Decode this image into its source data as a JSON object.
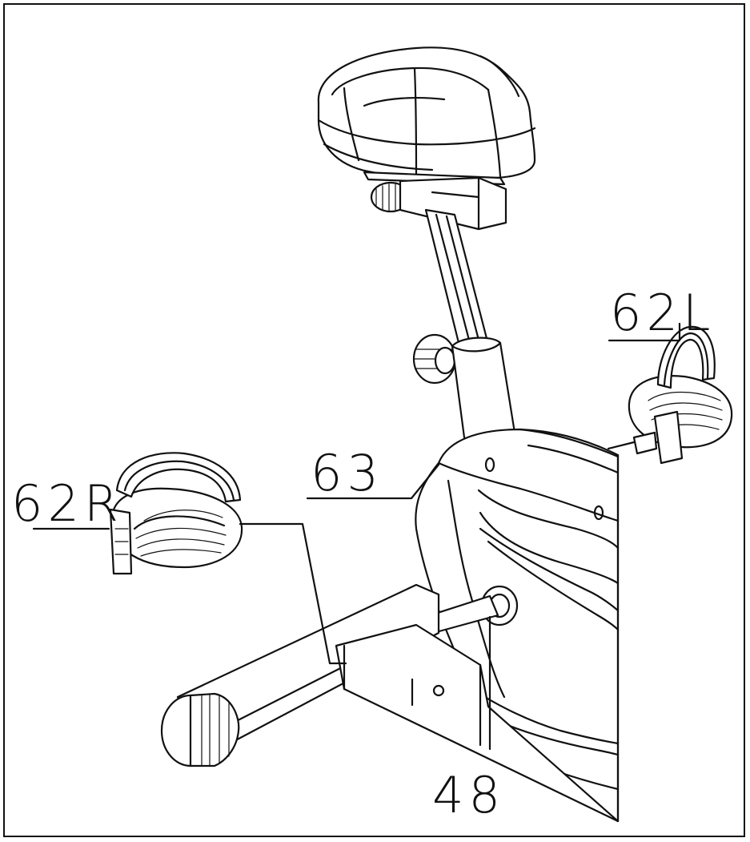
{
  "diagram": {
    "labels": {
      "seat_post_ref": "",
      "pedal_right": "62R",
      "pedal_left": "62L",
      "cover": "63",
      "crank": "48"
    },
    "colors": {
      "ink": "#111111",
      "background": "#ffffff"
    }
  }
}
